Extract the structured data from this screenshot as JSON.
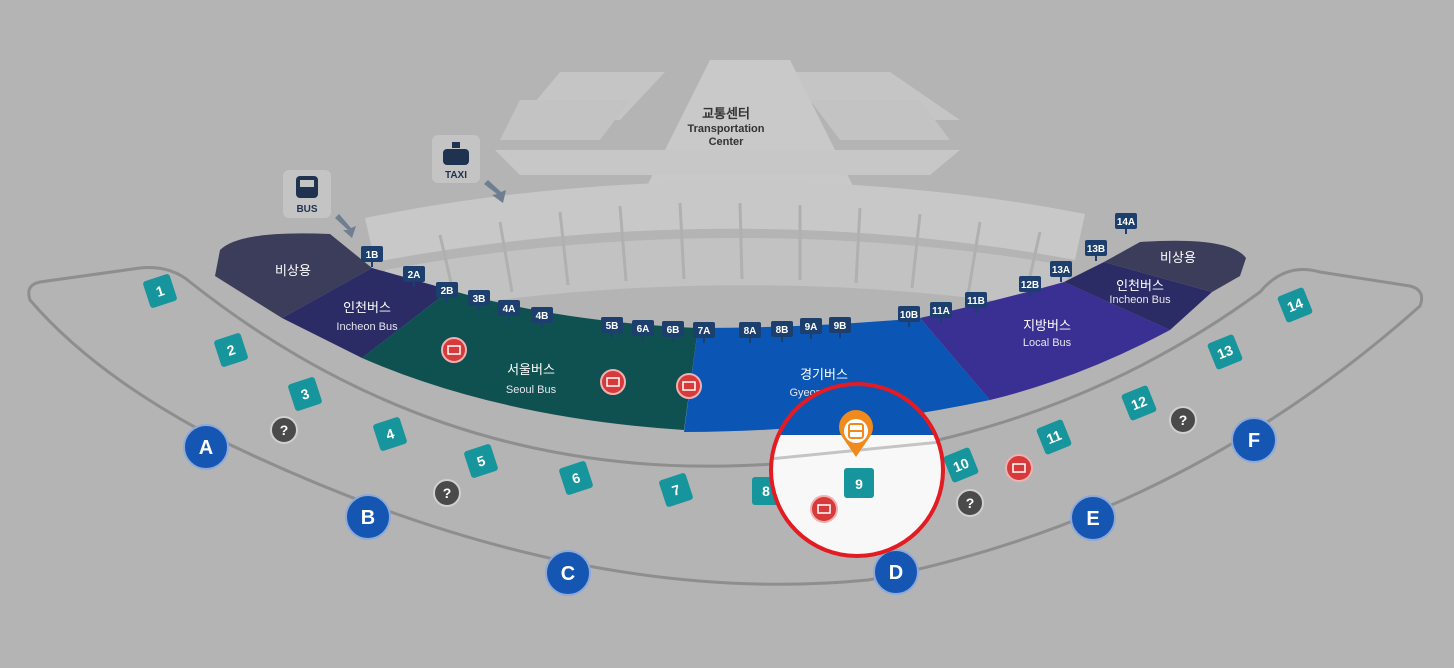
{
  "transport_center": {
    "ko": "교통센터",
    "en_line1": "Transportation",
    "en_line2": "Center"
  },
  "icons": {
    "bus": "BUS",
    "taxi": "TAXI"
  },
  "zones": {
    "emergency_left": {
      "ko": "비상용"
    },
    "incheon_left": {
      "ko": "인천버스",
      "en": "Incheon Bus"
    },
    "seoul": {
      "ko": "서울버스",
      "en": "Seoul Bus"
    },
    "gyeonggi": {
      "ko": "경기버스",
      "en": "Gyeonggi Bus"
    },
    "local": {
      "ko": "지방버스",
      "en": "Local Bus"
    },
    "incheon_right": {
      "ko": "인천버스",
      "en": "Incheon Bus"
    },
    "emergency_right": {
      "ko": "비상용"
    }
  },
  "bays": [
    "1B",
    "2A",
    "2B",
    "3B",
    "4A",
    "4B",
    "5B",
    "6A",
    "6B",
    "7A",
    "8A",
    "8B",
    "9A",
    "9B",
    "10B",
    "11A",
    "11B",
    "12B",
    "13A",
    "13B",
    "14A"
  ],
  "gates": [
    "1",
    "2",
    "3",
    "4",
    "5",
    "6",
    "7",
    "8",
    "9",
    "10",
    "11",
    "12",
    "13",
    "14"
  ],
  "exits": [
    "A",
    "B",
    "C",
    "D",
    "E",
    "F"
  ],
  "highlight": {
    "gate": "9",
    "marker": "bus-stop-pin"
  },
  "colors": {
    "seoul": "#0e5150",
    "gyeonggi": "#0b56b5",
    "local": "#3a2f92",
    "incheon": "#2b2b66",
    "emergency": "#3b3d5a",
    "gate": "#17959c",
    "exit": "#1556b3",
    "bay": "#1d3f6e",
    "highlight_ring": "#e31b23",
    "pin": "#f08a1c",
    "ticket": "#d63a3a"
  }
}
